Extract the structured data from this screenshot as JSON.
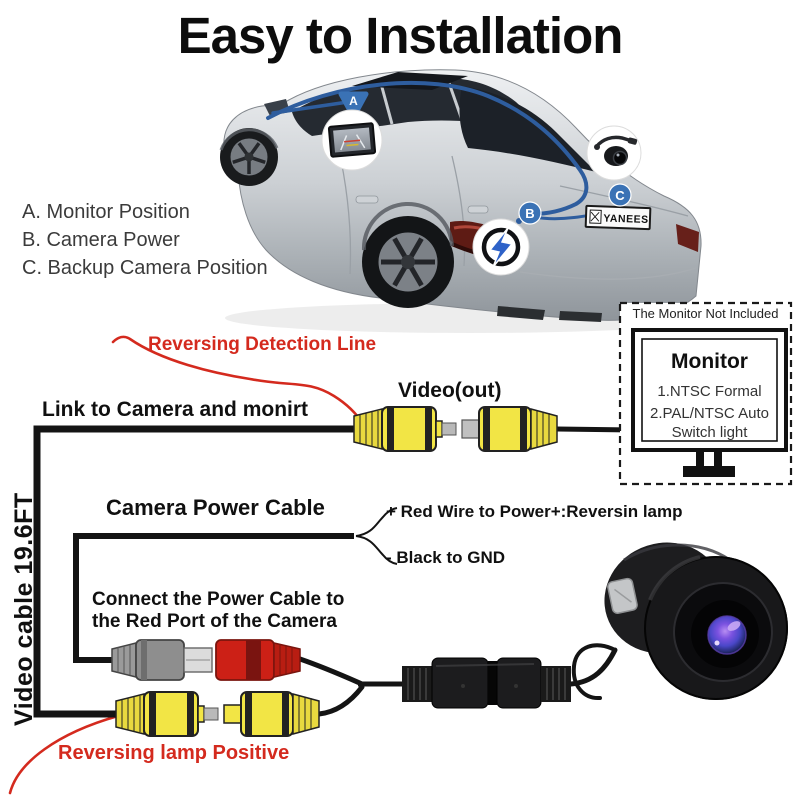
{
  "title": "Easy to Installation",
  "legend": {
    "items": [
      "A. Monitor Position",
      "B. Camera Power",
      "C. Backup Camera Position"
    ]
  },
  "car": {
    "plate_text": "YANEES",
    "markers": [
      "A",
      "B",
      "C"
    ]
  },
  "cables": {
    "reversing_detection_line": "Reversing Detection Line",
    "link_to_camera": "Link to Camera and monirt",
    "video_out": "Video(out)",
    "video_cable_length": "Video cable 19.6FT",
    "camera_power_cable": "Camera Power Cable",
    "red_wire_note": "+ Red Wire to Power+:Reversin lamp",
    "black_wire_note": "- Black to GND",
    "connect_note_line1": "Connect the Power Cable to",
    "connect_note_line2": "the Red Port of the Camera",
    "reversing_lamp_positive": "Reversing lamp Positive"
  },
  "monitor_box": {
    "note": "The Monitor Not Included",
    "title": "Monitor",
    "format1": "1.NTSC Formal",
    "format2": "2.PAL/NTSC Auto\nSwitch light"
  },
  "colors": {
    "text_black": "#101010",
    "accent_red": "#d42a1e",
    "routing_blue": "#2e5d9e",
    "marker_blue": "#3a72b5",
    "connector_yellow": "#f2e545",
    "connector_red": "#cc2016",
    "connector_gray": "#8e8e8e",
    "cable_black": "#141414"
  }
}
